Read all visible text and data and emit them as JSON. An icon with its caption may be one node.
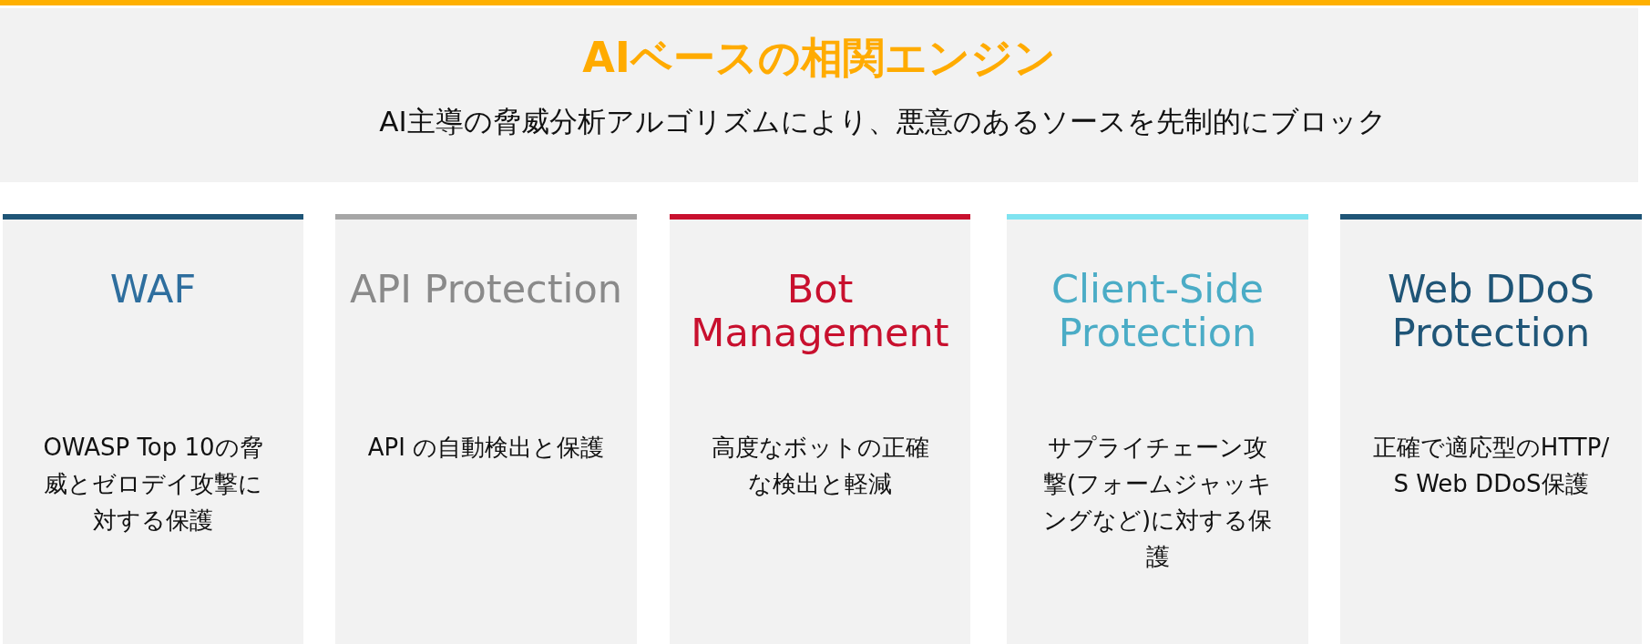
{
  "diagram": {
    "nodes": [
      {
        "text": [
          "AIベースの相関エンジン",
          "AI主導の脅威分析アルゴリズムにより、悪意のあるソースを先制的にブロック"
        ]
      },
      {
        "text": [
          "WAF",
          "OWASP Top 10の脅威とゼロデイ攻撃に対する保護"
        ]
      },
      {
        "text": [
          "API Protection",
          "API の自動検出と保護"
        ]
      },
      {
        "text": [
          "Bot Management",
          "高度なボットの正確な検出と軽減"
        ]
      },
      {
        "text": [
          "Client-Side Protection",
          "サプライチェーン攻撃(フォームジャッキングなど)に対する保護"
        ]
      },
      {
        "text": [
          "Web DDoS Protection",
          "正確で適応型のHTTP/S Web DDoS保護"
        ]
      }
    ]
  }
}
